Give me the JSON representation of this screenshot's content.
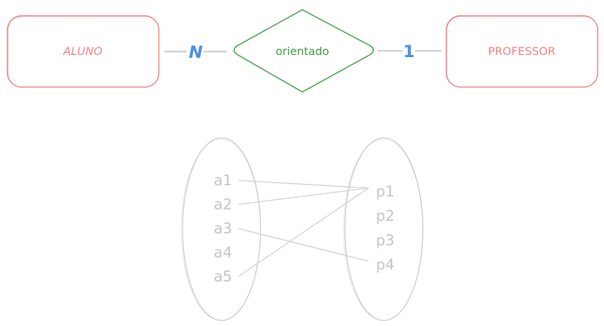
{
  "colors": {
    "entity": "#f08080",
    "relationship": "#3a9a3f",
    "cardinality": "#4a90e2",
    "line": "#d0d0d0",
    "set": "#c8c8c8",
    "set_text": "#c4c4c4"
  },
  "er": {
    "entity_left": "ALUNO",
    "relationship": "orientado",
    "entity_right": "PROFESSOR",
    "cardinality_left": "N",
    "cardinality_right": "1"
  },
  "mapping": {
    "left_set": [
      "a1",
      "a2",
      "a3",
      "a4",
      "a5"
    ],
    "right_set": [
      "p1",
      "p2",
      "p3",
      "p4"
    ],
    "links": [
      {
        "from": "a1",
        "to": "p1"
      },
      {
        "from": "a2",
        "to": "p1"
      },
      {
        "from": "a5",
        "to": "p1"
      },
      {
        "from": "a3",
        "to": "p4"
      }
    ]
  }
}
